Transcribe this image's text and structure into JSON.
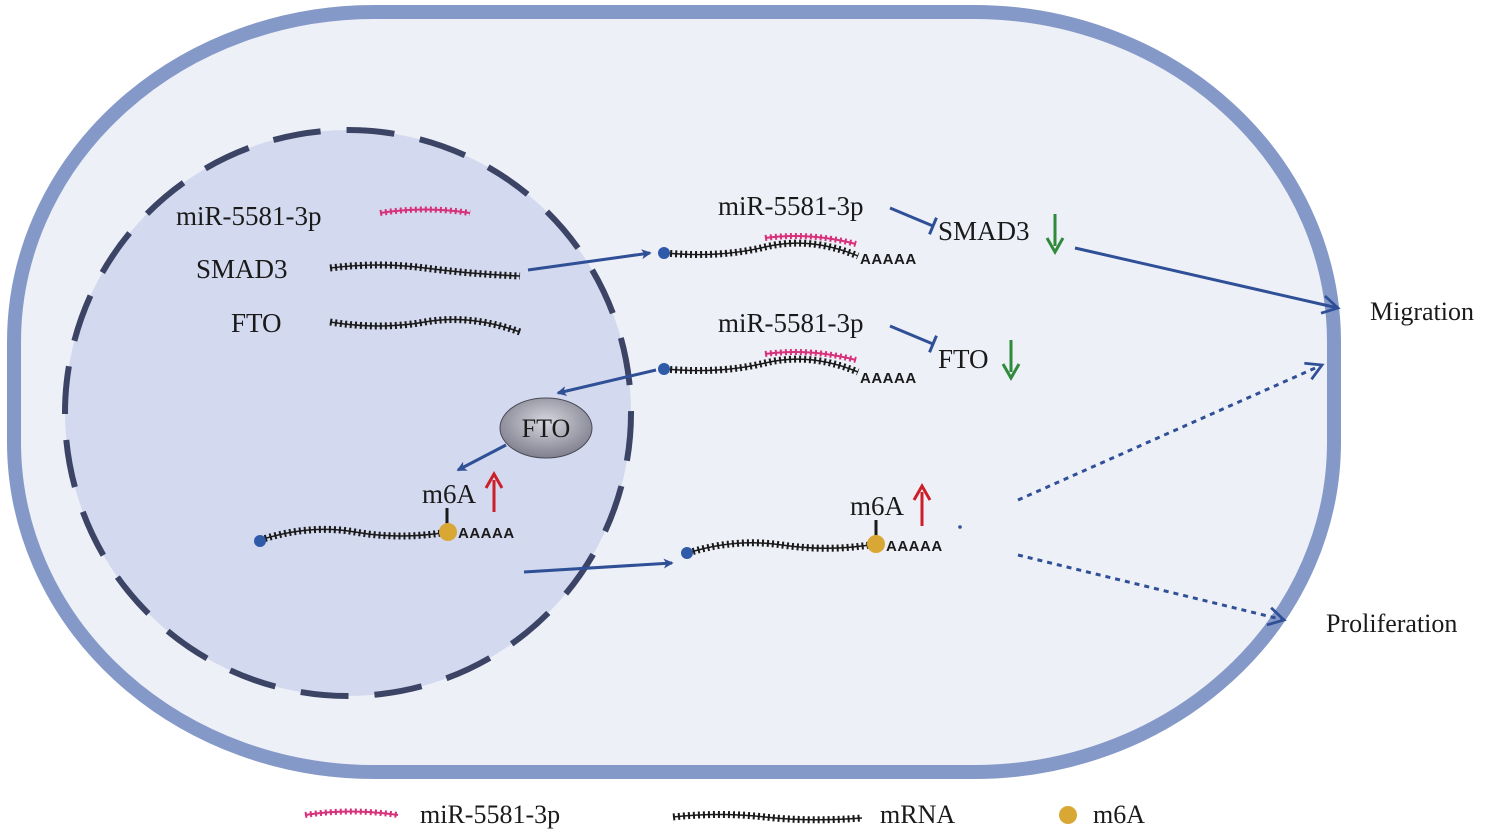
{
  "colors": {
    "cell_fill": "#eef0f8",
    "cell_border": "#8599c8",
    "nucleus_fill": "#d3d9ee",
    "nucleus_border": "#3c4466",
    "arrow": "#2f4f96",
    "mirna": "#d6317a",
    "m6a": "#d9a734",
    "cap": "#2f5aa8",
    "up": "#cc1f2a",
    "down": "#2f8a3a"
  },
  "icons": {
    "up": "up-arrow-icon",
    "down": "down-arrow-icon",
    "cap": "cap-dot-icon",
    "m6a": "m6a-dot-icon"
  },
  "nucleus": {
    "mirna_label": "miR-5581-3p",
    "smad3_label": "SMAD3",
    "fto_label": "FTO",
    "fto_protein_label": "FTO",
    "m6a_label": "m6A",
    "polyA": "AAAAA"
  },
  "cytoplasm": {
    "row1": {
      "mirna_label": "miR-5581-3p",
      "target_label": "SMAD3",
      "polyA": "AAAAA"
    },
    "row2": {
      "mirna_label": "miR-5581-3p",
      "target_label": "FTO",
      "polyA": "AAAAA"
    },
    "row3": {
      "m6a_label": "m6A",
      "polyA": "AAAAA"
    }
  },
  "outcomes": {
    "migration": "Migration",
    "proliferation": "Proliferation"
  },
  "legend": {
    "mirna": "miR-5581-3p",
    "mrna": "mRNA",
    "m6a": "m6A"
  }
}
